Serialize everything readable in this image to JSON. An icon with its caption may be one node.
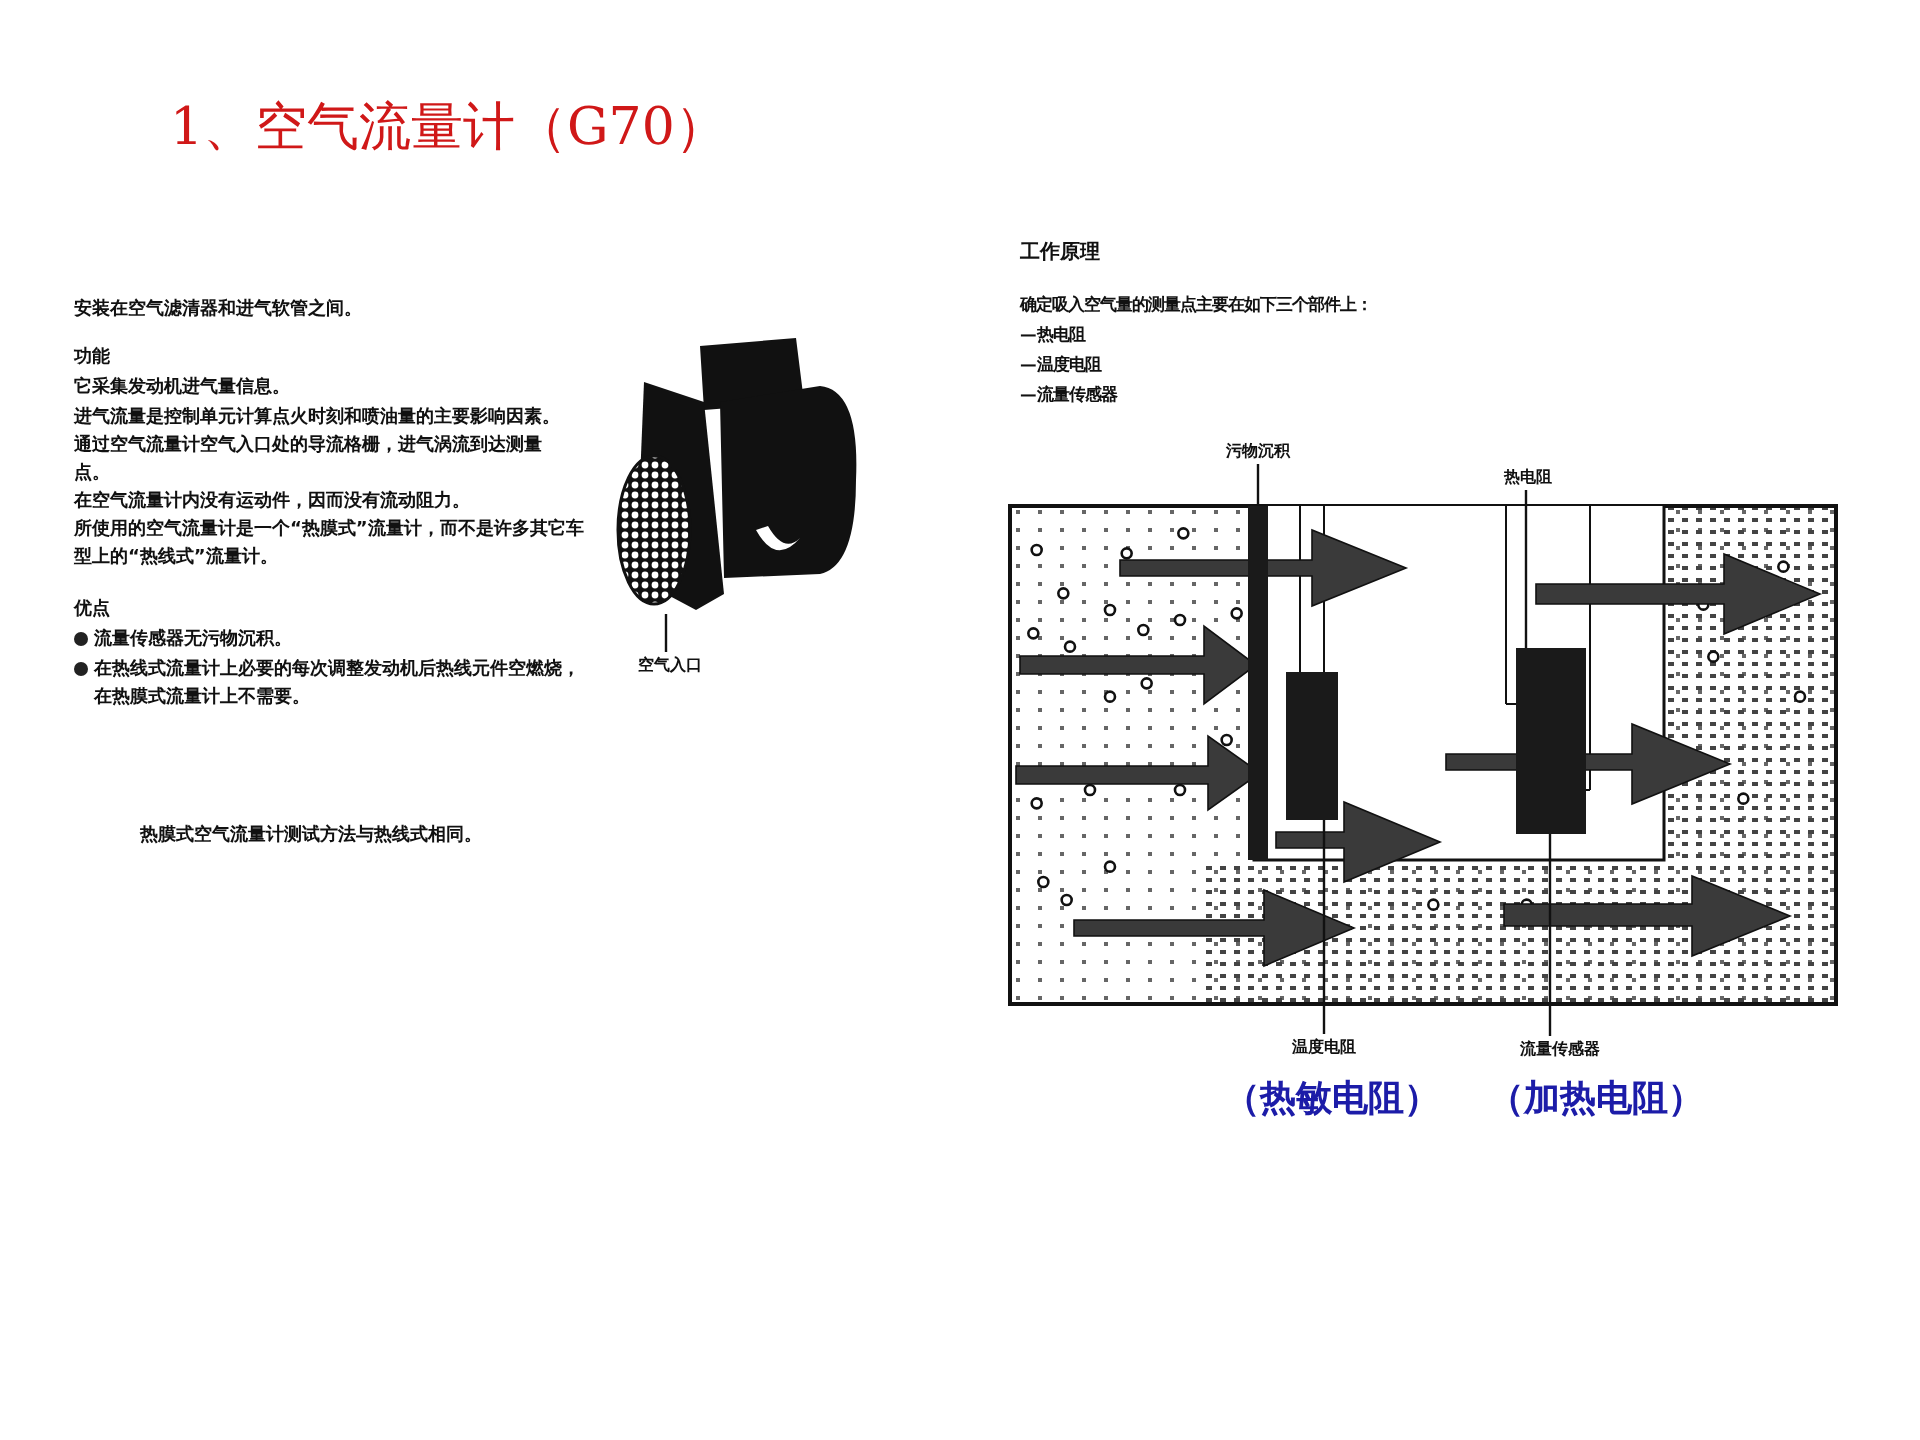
{
  "diagram": {
    "title": "1、空气流量计（G70）",
    "nodes": [
      {
        "text": [],
        "shape": "picture"
      },
      {
        "text": [
          "空气入口"
        ]
      },
      {
        "text": [
          "污物沉积"
        ]
      },
      {
        "text": [],
        "shape": "bar"
      },
      {
        "text": [
          "热电阻"
        ]
      },
      {
        "text": [],
        "shape": "box"
      },
      {
        "text": [],
        "shape": "box"
      },
      {
        "text": [
          "温度电阻"
        ]
      },
      {
        "text": [
          "流量传感器"
        ]
      }
    ],
    "edges": [
      {
        "from": 1,
        "to": 0,
        "arrow": "none"
      },
      {
        "from": 2,
        "to": 3,
        "arrow": "none"
      },
      {
        "from": 4,
        "to": 6,
        "arrow": "none"
      },
      {
        "from": 7,
        "to": 5,
        "arrow": "none"
      },
      {
        "from": 8,
        "to": 6,
        "arrow": "none"
      }
    ],
    "labels": [
      "安装在空气滤清器和进气软管之间。",
      "功能",
      "它采集发动机进气量信息。",
      "进气流量是控制单元计算点火时刻和喷油量的主要影响因素。",
      "通过空气流量计空气入口处的导流格栅，进气涡流到达测量点。",
      "在空气流量计内没有运动件，因而没有流动阻力。",
      "所使用的空气流量计是一个“热膜式”流量计，而不是许多其它车型上的“热线式”流量计。",
      "优点",
      "流量传感器无污物沉积。",
      "在热线式流量计上必要的每次调整发动机后热线元件空燃烧，在热膜式流量计上不需要。",
      "热膜式空气流量计测试方法与热线式相同。",
      "工作原理",
      "确定吸入空气量的测量点主要在如下三个部件上：",
      "—热电阻",
      "—温度电阻",
      "—流量传感器",
      "（热敏电阻）",
      "（加热电阻）"
    ]
  }
}
